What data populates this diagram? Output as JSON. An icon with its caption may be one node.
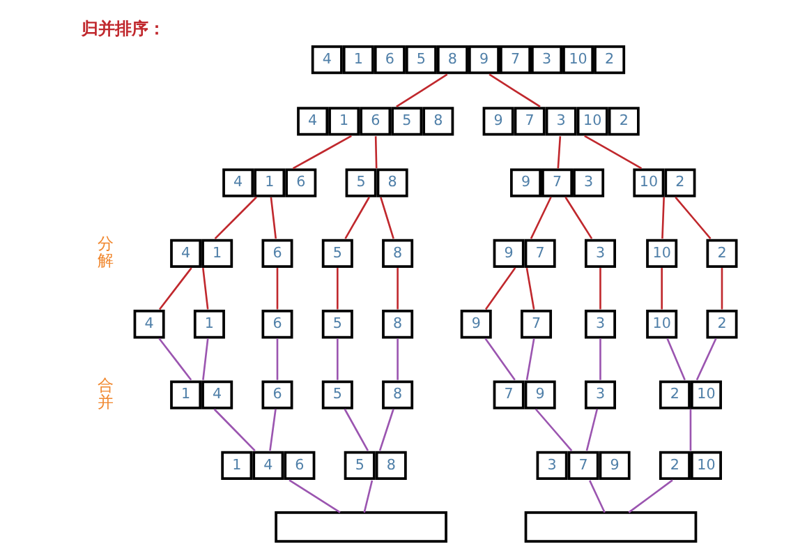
{
  "diagram": {
    "title": "归并排序：",
    "nodes": [
      {
        "text": [
          "4",
          "1",
          "6",
          "5",
          "8",
          "9",
          "7",
          "3",
          "10",
          "2"
        ]
      },
      {
        "text": [
          "4",
          "1",
          "6",
          "5",
          "8"
        ]
      },
      {
        "text": [
          "9",
          "7",
          "3",
          "10",
          "2"
        ]
      },
      {
        "text": [
          "4",
          "1",
          "6"
        ]
      },
      {
        "text": [
          "5",
          "8"
        ]
      },
      {
        "text": [
          "9",
          "7",
          "3"
        ]
      },
      {
        "text": [
          "10",
          "2"
        ]
      },
      {
        "text": [
          "4",
          "1"
        ]
      },
      {
        "text": [
          "6"
        ]
      },
      {
        "text": [
          "5"
        ]
      },
      {
        "text": [
          "8"
        ]
      },
      {
        "text": [
          "9",
          "7"
        ]
      },
      {
        "text": [
          "3"
        ]
      },
      {
        "text": [
          "10"
        ]
      },
      {
        "text": [
          "2"
        ]
      },
      {
        "text": [
          "4"
        ]
      },
      {
        "text": [
          "1"
        ]
      },
      {
        "text": [
          "6"
        ]
      },
      {
        "text": [
          "5"
        ]
      },
      {
        "text": [
          "8"
        ]
      },
      {
        "text": [
          "9"
        ]
      },
      {
        "text": [
          "7"
        ]
      },
      {
        "text": [
          "3"
        ]
      },
      {
        "text": [
          "10"
        ]
      },
      {
        "text": [
          "2"
        ]
      },
      {
        "text": [
          "1",
          "4"
        ]
      },
      {
        "text": [
          "6"
        ]
      },
      {
        "text": [
          "5"
        ]
      },
      {
        "text": [
          "8"
        ]
      },
      {
        "text": [
          "7",
          "9"
        ]
      },
      {
        "text": [
          "3"
        ]
      },
      {
        "text": [
          "2",
          "10"
        ]
      },
      {
        "text": [
          "1",
          "4",
          "6"
        ]
      },
      {
        "text": [
          "5",
          "8"
        ]
      },
      {
        "text": [
          "3",
          "7",
          "9"
        ]
      },
      {
        "text": [
          "2",
          "10"
        ]
      },
      {
        "text": [],
        "shape": "box"
      },
      {
        "text": [],
        "shape": "box"
      }
    ],
    "edges": [
      {
        "from": 0,
        "to": 1,
        "arrow": "none"
      },
      {
        "from": 0,
        "to": 2,
        "arrow": "none"
      },
      {
        "from": 1,
        "to": 3,
        "arrow": "none"
      },
      {
        "from": 1,
        "to": 4,
        "arrow": "none"
      },
      {
        "from": 2,
        "to": 5,
        "arrow": "none"
      },
      {
        "from": 2,
        "to": 6,
        "arrow": "none"
      },
      {
        "from": 3,
        "to": 7,
        "arrow": "none"
      },
      {
        "from": 3,
        "to": 8,
        "arrow": "none"
      },
      {
        "from": 4,
        "to": 9,
        "arrow": "none"
      },
      {
        "from": 4,
        "to": 10,
        "arrow": "none"
      },
      {
        "from": 5,
        "to": 11,
        "arrow": "none"
      },
      {
        "from": 5,
        "to": 12,
        "arrow": "none"
      },
      {
        "from": 6,
        "to": 13,
        "arrow": "none"
      },
      {
        "from": 6,
        "to": 14,
        "arrow": "none"
      },
      {
        "from": 7,
        "to": 15,
        "arrow": "none"
      },
      {
        "from": 7,
        "to": 16,
        "arrow": "none"
      },
      {
        "from": 8,
        "to": 17,
        "arrow": "none"
      },
      {
        "from": 9,
        "to": 18,
        "arrow": "none"
      },
      {
        "from": 10,
        "to": 19,
        "arrow": "none"
      },
      {
        "from": 11,
        "to": 20,
        "arrow": "none"
      },
      {
        "from": 11,
        "to": 21,
        "arrow": "none"
      },
      {
        "from": 12,
        "to": 22,
        "arrow": "none"
      },
      {
        "from": 13,
        "to": 23,
        "arrow": "none"
      },
      {
        "from": 14,
        "to": 24,
        "arrow": "none"
      },
      {
        "from": 15,
        "to": 25,
        "arrow": "none",
        "color": "#9b55b0"
      },
      {
        "from": 16,
        "to": 25,
        "arrow": "none",
        "color": "#9b55b0"
      },
      {
        "from": 17,
        "to": 26,
        "arrow": "none",
        "color": "#9b55b0"
      },
      {
        "from": 18,
        "to": 27,
        "arrow": "none",
        "color": "#9b55b0"
      },
      {
        "from": 19,
        "to": 28,
        "arrow": "none",
        "color": "#9b55b0"
      },
      {
        "from": 20,
        "to": 29,
        "arrow": "none",
        "color": "#9b55b0"
      },
      {
        "from": 21,
        "to": 29,
        "arrow": "none",
        "color": "#9b55b0"
      },
      {
        "from": 22,
        "to": 30,
        "arrow": "none",
        "color": "#9b55b0"
      },
      {
        "from": 23,
        "to": 31,
        "arrow": "none",
        "color": "#9b55b0"
      },
      {
        "from": 24,
        "to": 31,
        "arrow": "none",
        "color": "#9b55b0"
      },
      {
        "from": 25,
        "to": 32,
        "arrow": "none",
        "color": "#9b55b0"
      },
      {
        "from": 26,
        "to": 32,
        "arrow": "none",
        "color": "#9b55b0"
      },
      {
        "from": 27,
        "to": 33,
        "arrow": "none",
        "color": "#9b55b0"
      },
      {
        "from": 28,
        "to": 33,
        "arrow": "none",
        "color": "#9b55b0"
      },
      {
        "from": 29,
        "to": 34,
        "arrow": "none",
        "color": "#9b55b0"
      },
      {
        "from": 30,
        "to": 34,
        "arrow": "none",
        "color": "#9b55b0"
      },
      {
        "from": 31,
        "to": 35,
        "arrow": "none",
        "color": "#9b55b0"
      },
      {
        "from": 32,
        "to": 36,
        "arrow": "none",
        "color": "#9b55b0"
      },
      {
        "from": 33,
        "to": 36,
        "arrow": "none",
        "color": "#9b55b0"
      },
      {
        "from": 34,
        "to": 37,
        "arrow": "none",
        "color": "#9b55b0"
      },
      {
        "from": 35,
        "to": 37,
        "arrow": "none",
        "color": "#9b55b0"
      }
    ],
    "labels": [
      "分解",
      "合并"
    ]
  }
}
